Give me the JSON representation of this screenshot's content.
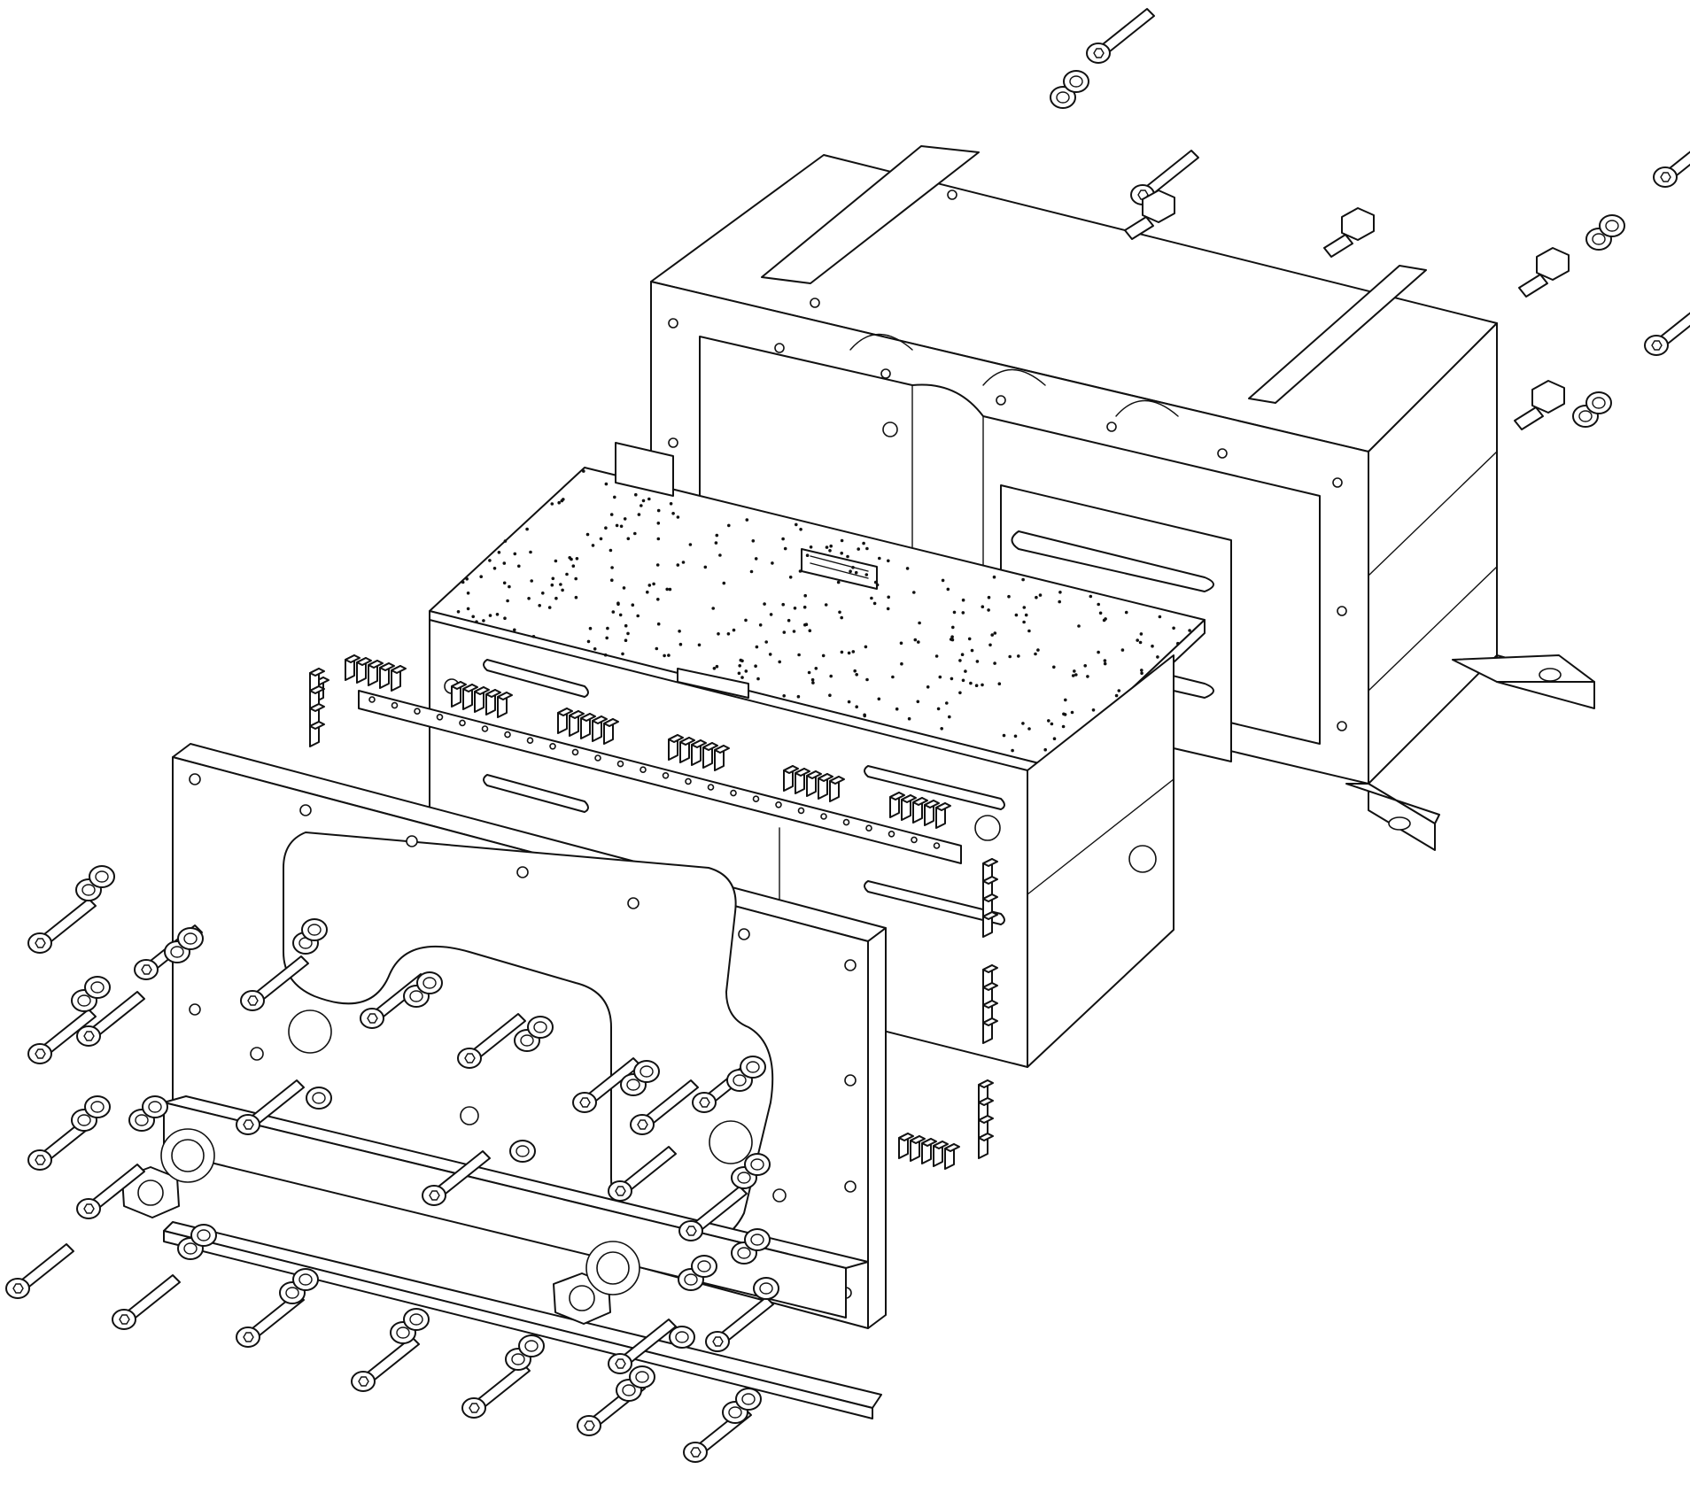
{
  "diagram": {
    "kind": "exploded-assembly-line-drawing",
    "line_color": "#111111",
    "background_color": "#ffffff",
    "components": [
      "rear-housing-frame",
      "rear-mounting-foot-right",
      "rear-mounting-foot-left",
      "top-circuit-board",
      "board-connector",
      "front-board-stack",
      "terminal-block-rows",
      "front-cover-plate",
      "bottom-mounting-rail",
      "flat-bar",
      "cable-gland-nuts",
      "lock-washers",
      "screws",
      "washers",
      "standoffs"
    ]
  }
}
